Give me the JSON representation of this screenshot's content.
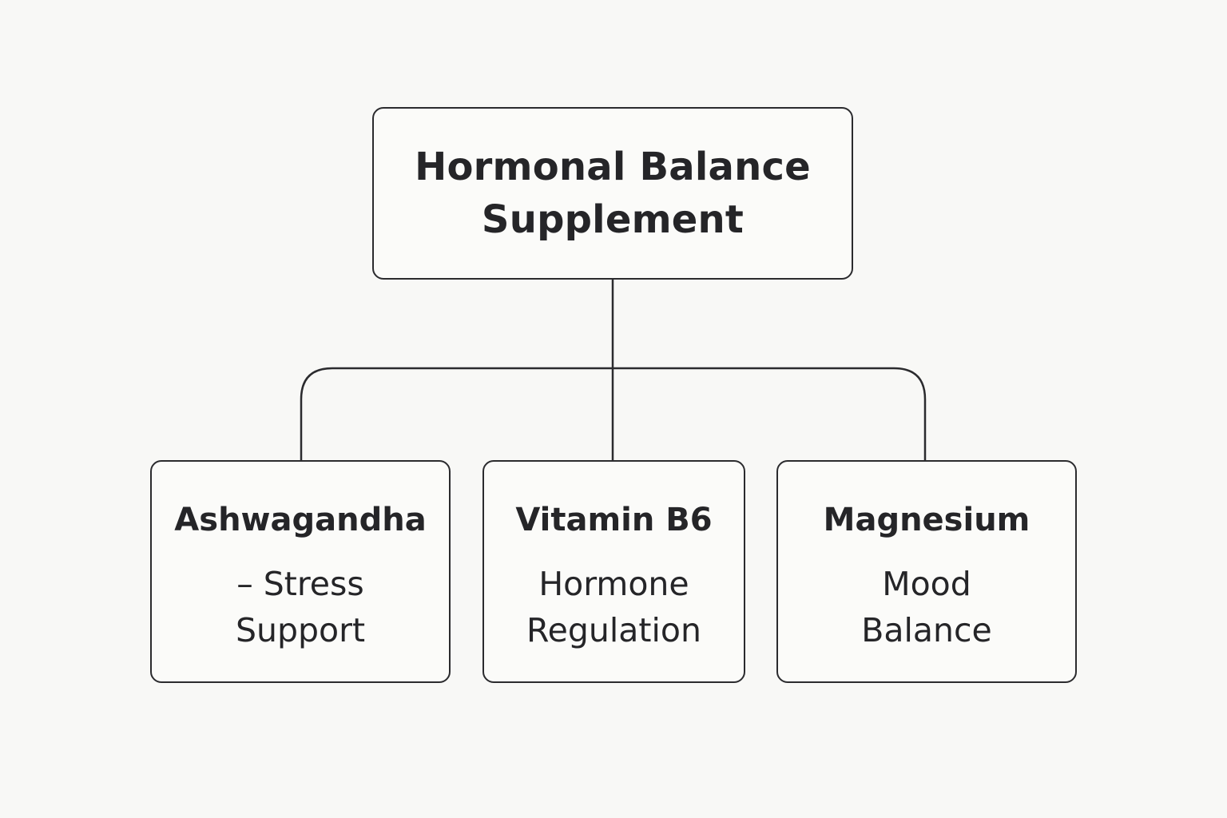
{
  "root": {
    "title_line1": "Hormonal Balance",
    "title_line2": "Supplement"
  },
  "children": [
    {
      "title": "Ashwagandha",
      "desc_line1": "– Stress",
      "desc_line2": "Support"
    },
    {
      "title": "Vitamin B6",
      "desc_line1": "Hormone",
      "desc_line2": "Regulation"
    },
    {
      "title": "Magnesium",
      "desc_line1": "Mood",
      "desc_line2": "Balance"
    }
  ],
  "colors": {
    "background": "#f8f8f6",
    "line": "#2b2b2e",
    "text": "#252528"
  }
}
